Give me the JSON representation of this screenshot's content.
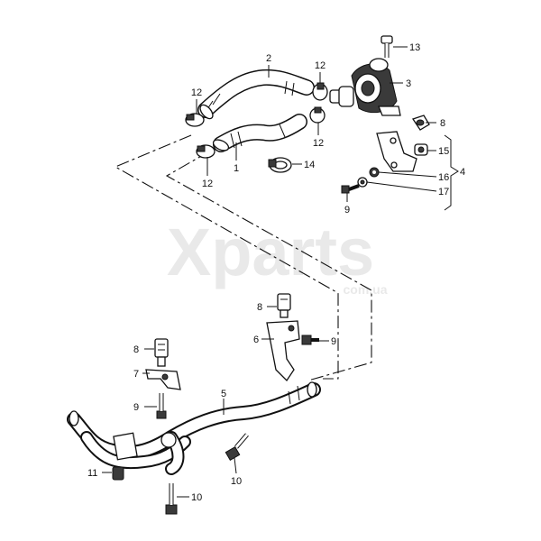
{
  "watermark": {
    "main": "Xparts",
    "sub": "com.ua"
  },
  "callouts": [
    {
      "id": "c1",
      "text": "1"
    },
    {
      "id": "c2",
      "text": "2"
    },
    {
      "id": "c3",
      "text": "3"
    },
    {
      "id": "c4",
      "text": "4"
    },
    {
      "id": "c5",
      "text": "5"
    },
    {
      "id": "c6",
      "text": "6"
    },
    {
      "id": "c7",
      "text": "7"
    },
    {
      "id": "c8a",
      "text": "8"
    },
    {
      "id": "c8b",
      "text": "8"
    },
    {
      "id": "c8c",
      "text": "8"
    },
    {
      "id": "c9a",
      "text": "9"
    },
    {
      "id": "c9b",
      "text": "9"
    },
    {
      "id": "c9c",
      "text": "9"
    },
    {
      "id": "c10a",
      "text": "10"
    },
    {
      "id": "c10b",
      "text": "10"
    },
    {
      "id": "c11",
      "text": "11"
    },
    {
      "id": "c12a",
      "text": "12"
    },
    {
      "id": "c12b",
      "text": "12"
    },
    {
      "id": "c12c",
      "text": "12"
    },
    {
      "id": "c12d",
      "text": "12"
    },
    {
      "id": "c13",
      "text": "13"
    },
    {
      "id": "c14",
      "text": "14"
    },
    {
      "id": "c15",
      "text": "15"
    },
    {
      "id": "c16",
      "text": "16"
    },
    {
      "id": "c17",
      "text": "17"
    }
  ]
}
